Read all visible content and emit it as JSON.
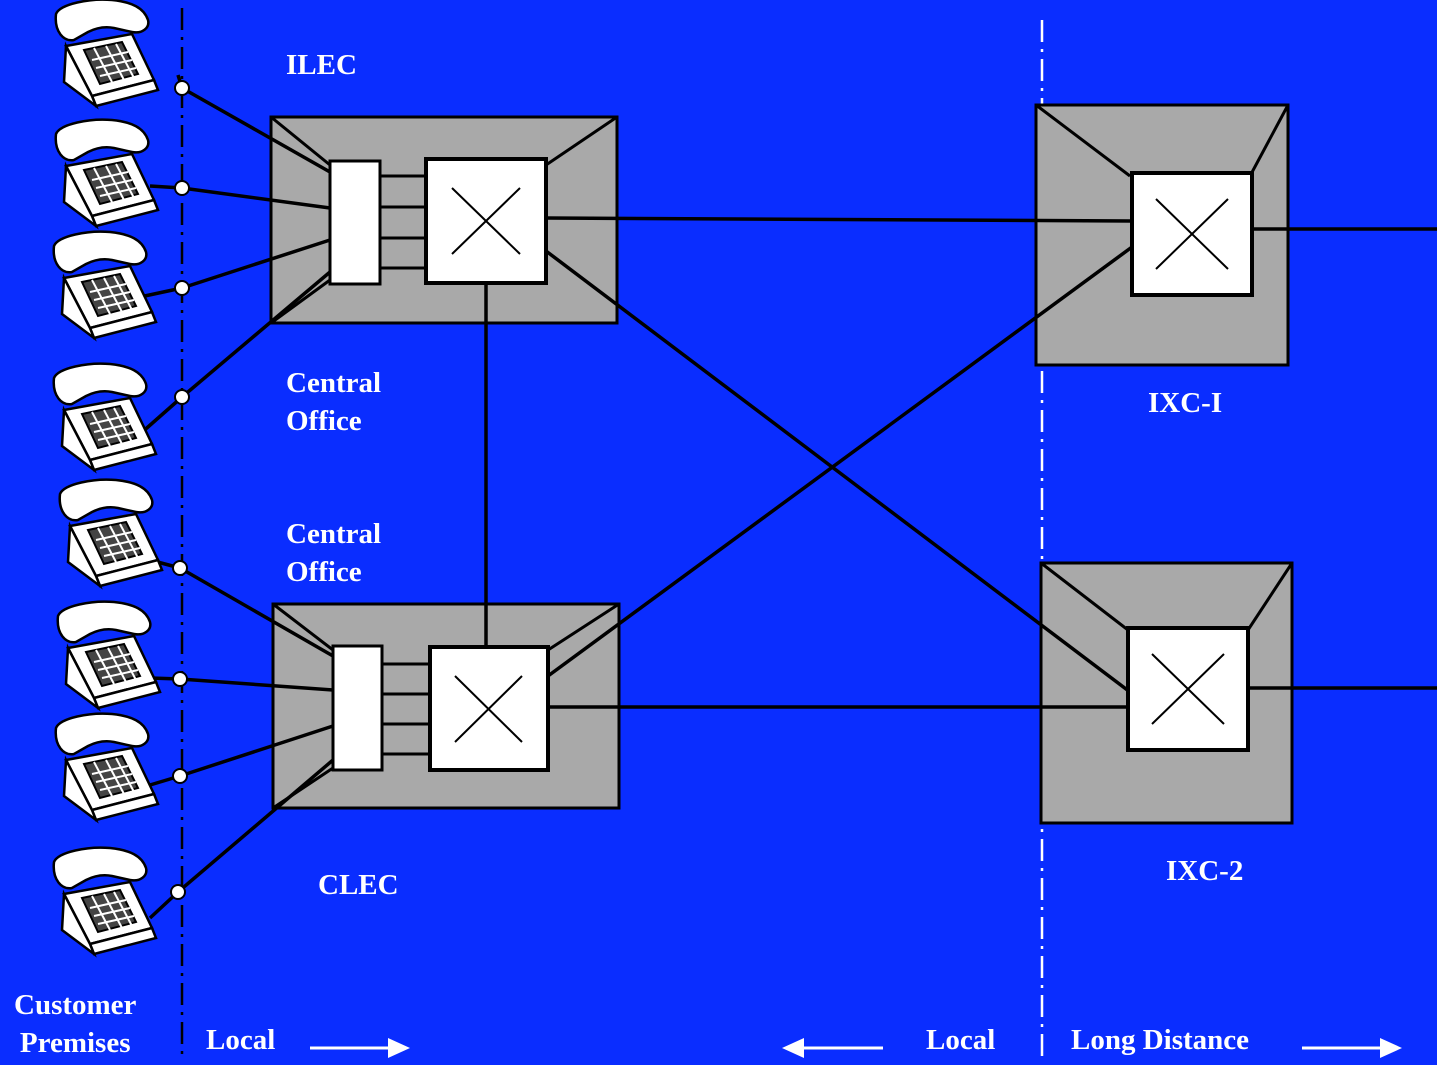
{
  "labels": {
    "ilec": "ILEC",
    "central_office_top": [
      "Central",
      "Office"
    ],
    "central_office_bottom": [
      "Central",
      "Office"
    ],
    "clec": "CLEC",
    "ixc1": "IXC-I",
    "ixc2": "IXC-2",
    "customer_premises": [
      "Customer",
      "Premises"
    ],
    "local_left": "Local",
    "local_right": "Local",
    "long_distance": "Long Distance"
  },
  "colors": {
    "background": "#0a2dff",
    "office_fill": "#a9a9a9",
    "switch_fill": "#ffffff",
    "line": "#000000",
    "text": "#ffffff"
  },
  "icons": {
    "telephone": "telephone-icon",
    "switch": "crossbar-switch-x",
    "arrow": "arrow-icon"
  },
  "telephone_count": 8
}
